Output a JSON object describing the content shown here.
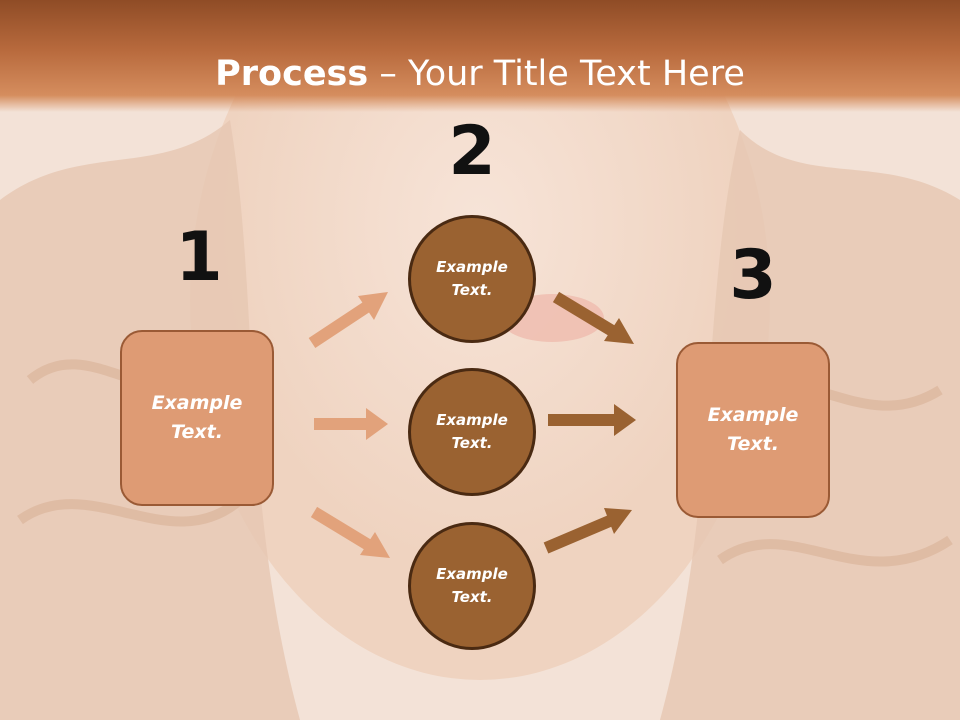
{
  "slide": {
    "title_bold": "Process",
    "title_rest": " – Your Title Text Here"
  },
  "steps": {
    "one": "1",
    "two": "2",
    "three": "3"
  },
  "left_box": {
    "text": "Example Text."
  },
  "right_box": {
    "text": "Example Text."
  },
  "circles": [
    {
      "text": "Example Text."
    },
    {
      "text": "Example Text."
    },
    {
      "text": "Example Text."
    }
  ],
  "colors": {
    "title_band": "#b86a3d",
    "box_fill": "#de9b74",
    "circle_fill": "#9a6231",
    "arrow_light": "#e2a27b",
    "arrow_dark": "#9a6231"
  }
}
